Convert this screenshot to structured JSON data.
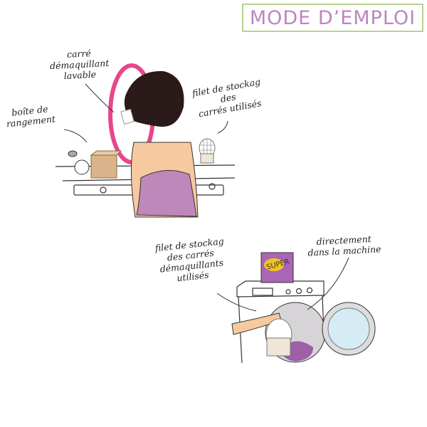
{
  "header": {
    "title": "MODE D’EMPLOI"
  },
  "scene_bathroom": {
    "label_pad": [
      "carré",
      "démaquillant",
      "lavable"
    ],
    "label_box": [
      "boîte de",
      "rangement"
    ],
    "label_net": [
      "filet de stockag",
      "des",
      "carrés utilisés"
    ]
  },
  "scene_laundry": {
    "label_net": [
      "filet de stockag",
      "des carrés",
      "démaquillants",
      "utilisés"
    ],
    "label_machine": [
      "directement",
      "dans la machine"
    ],
    "powder_brand": "SUPER"
  },
  "colors": {
    "title_text": "#b987bf",
    "title_border": "#b8d28e",
    "mirror": "#e8468a",
    "dress": "#bf88bb",
    "skin": "#f6c9a0",
    "hair": "#2a1a1a"
  }
}
